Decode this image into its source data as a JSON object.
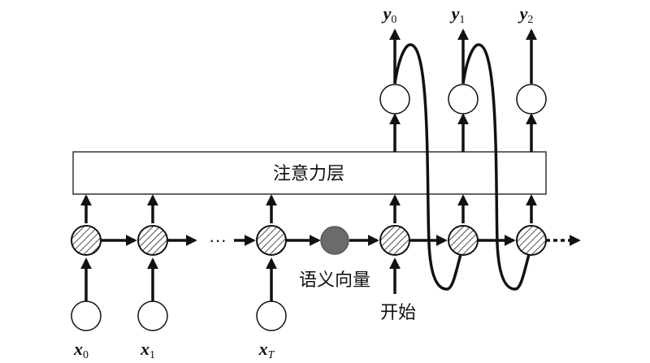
{
  "attention_layer_label": "注意力层",
  "context_vector_label": "语义向量",
  "start_label": "开始",
  "ellipsis": "···",
  "inputs": [
    {
      "var": "x",
      "sub": "0"
    },
    {
      "var": "x",
      "sub": "1"
    },
    {
      "var": "x",
      "sub": "T"
    }
  ],
  "outputs": [
    {
      "var": "y",
      "sub": "0"
    },
    {
      "var": "y",
      "sub": "1"
    },
    {
      "var": "y",
      "sub": "2"
    }
  ],
  "colors": {
    "stroke": "#111111",
    "context_node": "#6b6b6b",
    "fill": "#ffffff"
  }
}
